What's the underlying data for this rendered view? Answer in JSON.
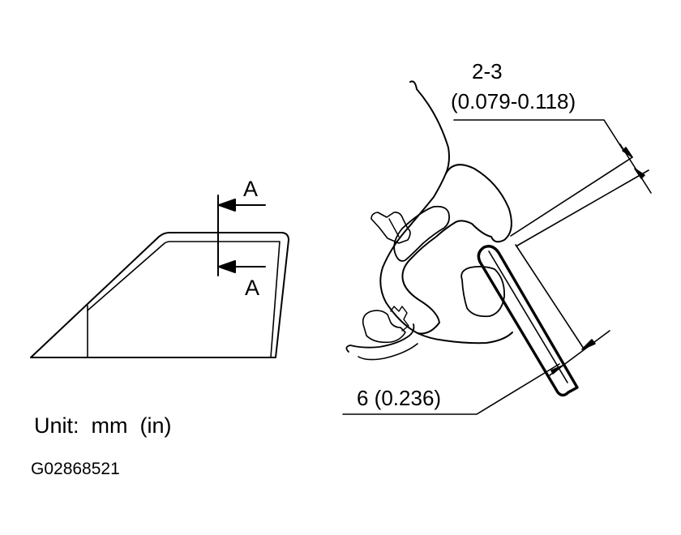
{
  "section_labels": {
    "top": "A",
    "bottom": "A"
  },
  "dimensions": {
    "gap_range_mm": "2-3",
    "gap_range_in": "(0.079-0.118)",
    "width": "6 (0.236)"
  },
  "unit_note": "Unit:  mm  (in)",
  "figure_id": "G02868521",
  "colors": {
    "ink": "#000000",
    "paper": "#ffffff"
  }
}
